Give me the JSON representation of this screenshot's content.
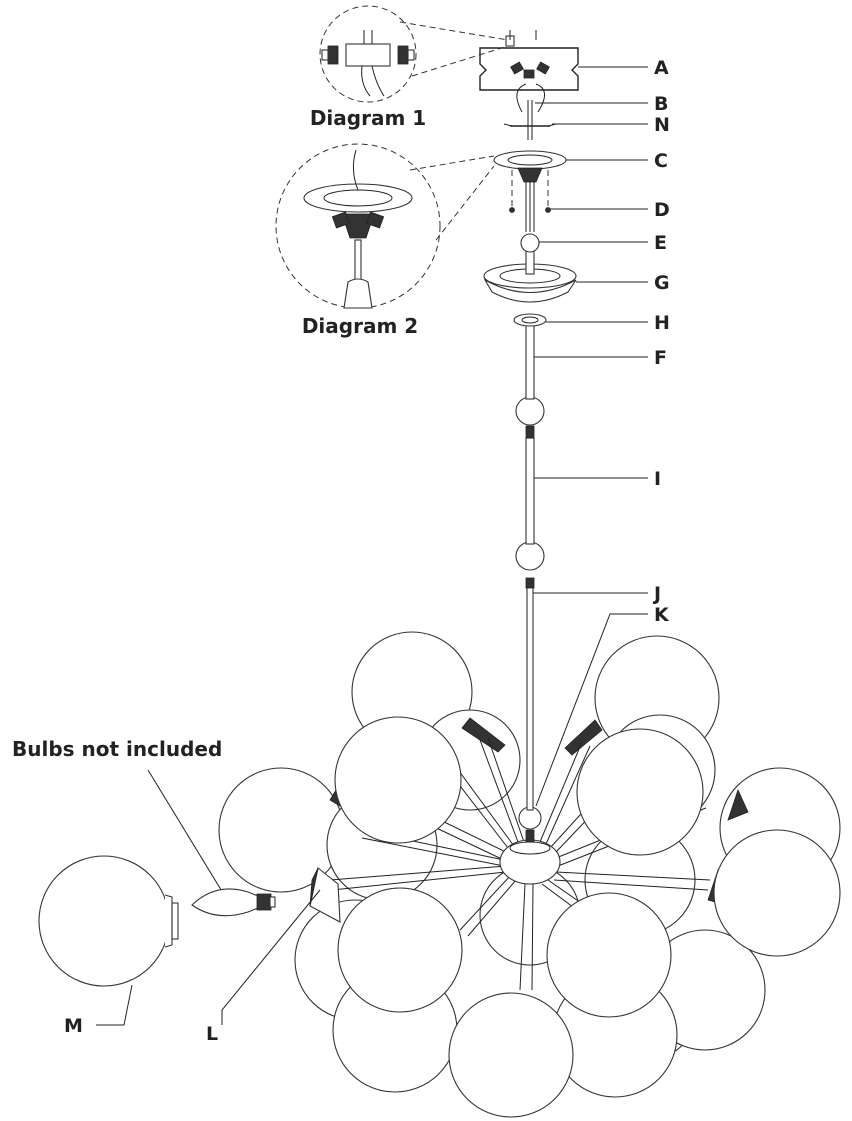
{
  "part_labels": [
    "A",
    "B",
    "N",
    "C",
    "D",
    "E",
    "G",
    "H",
    "F",
    "I",
    "J",
    "K",
    "L",
    "M"
  ],
  "captions": {
    "diagram1": "Diagram 1",
    "diagram2": "Diagram 2",
    "bulbs_note": "Bulbs not included"
  }
}
